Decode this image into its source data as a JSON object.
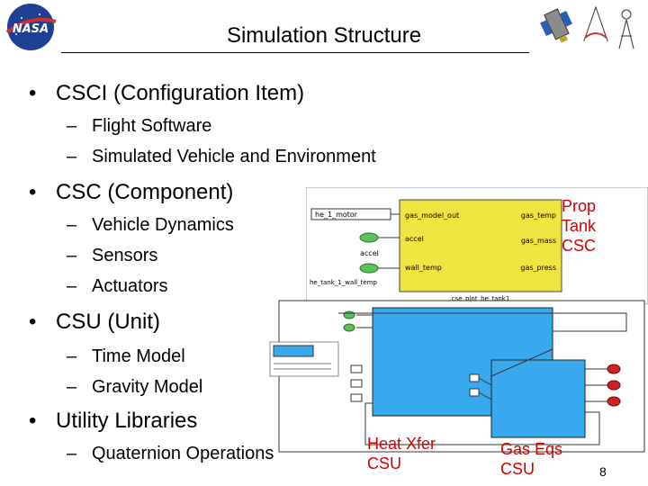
{
  "slide": {
    "title": "Simulation Structure",
    "page_number": "8"
  },
  "bullets": [
    {
      "text": "CSCI (Configuration Item)",
      "subs": [
        "Flight Software",
        "Simulated Vehicle and Environment"
      ]
    },
    {
      "text": "CSC (Component)",
      "subs": [
        "Vehicle Dynamics",
        "Sensors",
        "Actuators"
      ]
    },
    {
      "text": "CSU (Unit)",
      "subs": [
        "Time Model",
        "Gravity Model"
      ]
    },
    {
      "text": "Utility Libraries",
      "subs": [
        "Quaternion Operations"
      ]
    }
  ],
  "captions": {
    "prop_tank": [
      "Prop",
      "Tank",
      "CSC"
    ],
    "heat_xfer": [
      "Heat Xfer",
      "CSU"
    ],
    "gas_eqs": [
      "Gas Eqs",
      "CSU"
    ]
  },
  "tank_block": {
    "input_tag": "he_1_motor",
    "inport_label": "accel",
    "bottom_tag": "he_tank_1_wall_temp",
    "footer": "cse_plnt_he_tank1",
    "left_ports": [
      "gas_model_out",
      "accel",
      "wall_temp"
    ],
    "right_ports": [
      "gas_temp",
      "gas_mass",
      "gas_press"
    ]
  },
  "colors": {
    "tank_fill": "#f0e442",
    "heat_fill": "#39aaf0",
    "gas_fill": "#39aaf0",
    "inport": "#5cc35c",
    "outport": "#d42020",
    "caption": "#d10000"
  }
}
